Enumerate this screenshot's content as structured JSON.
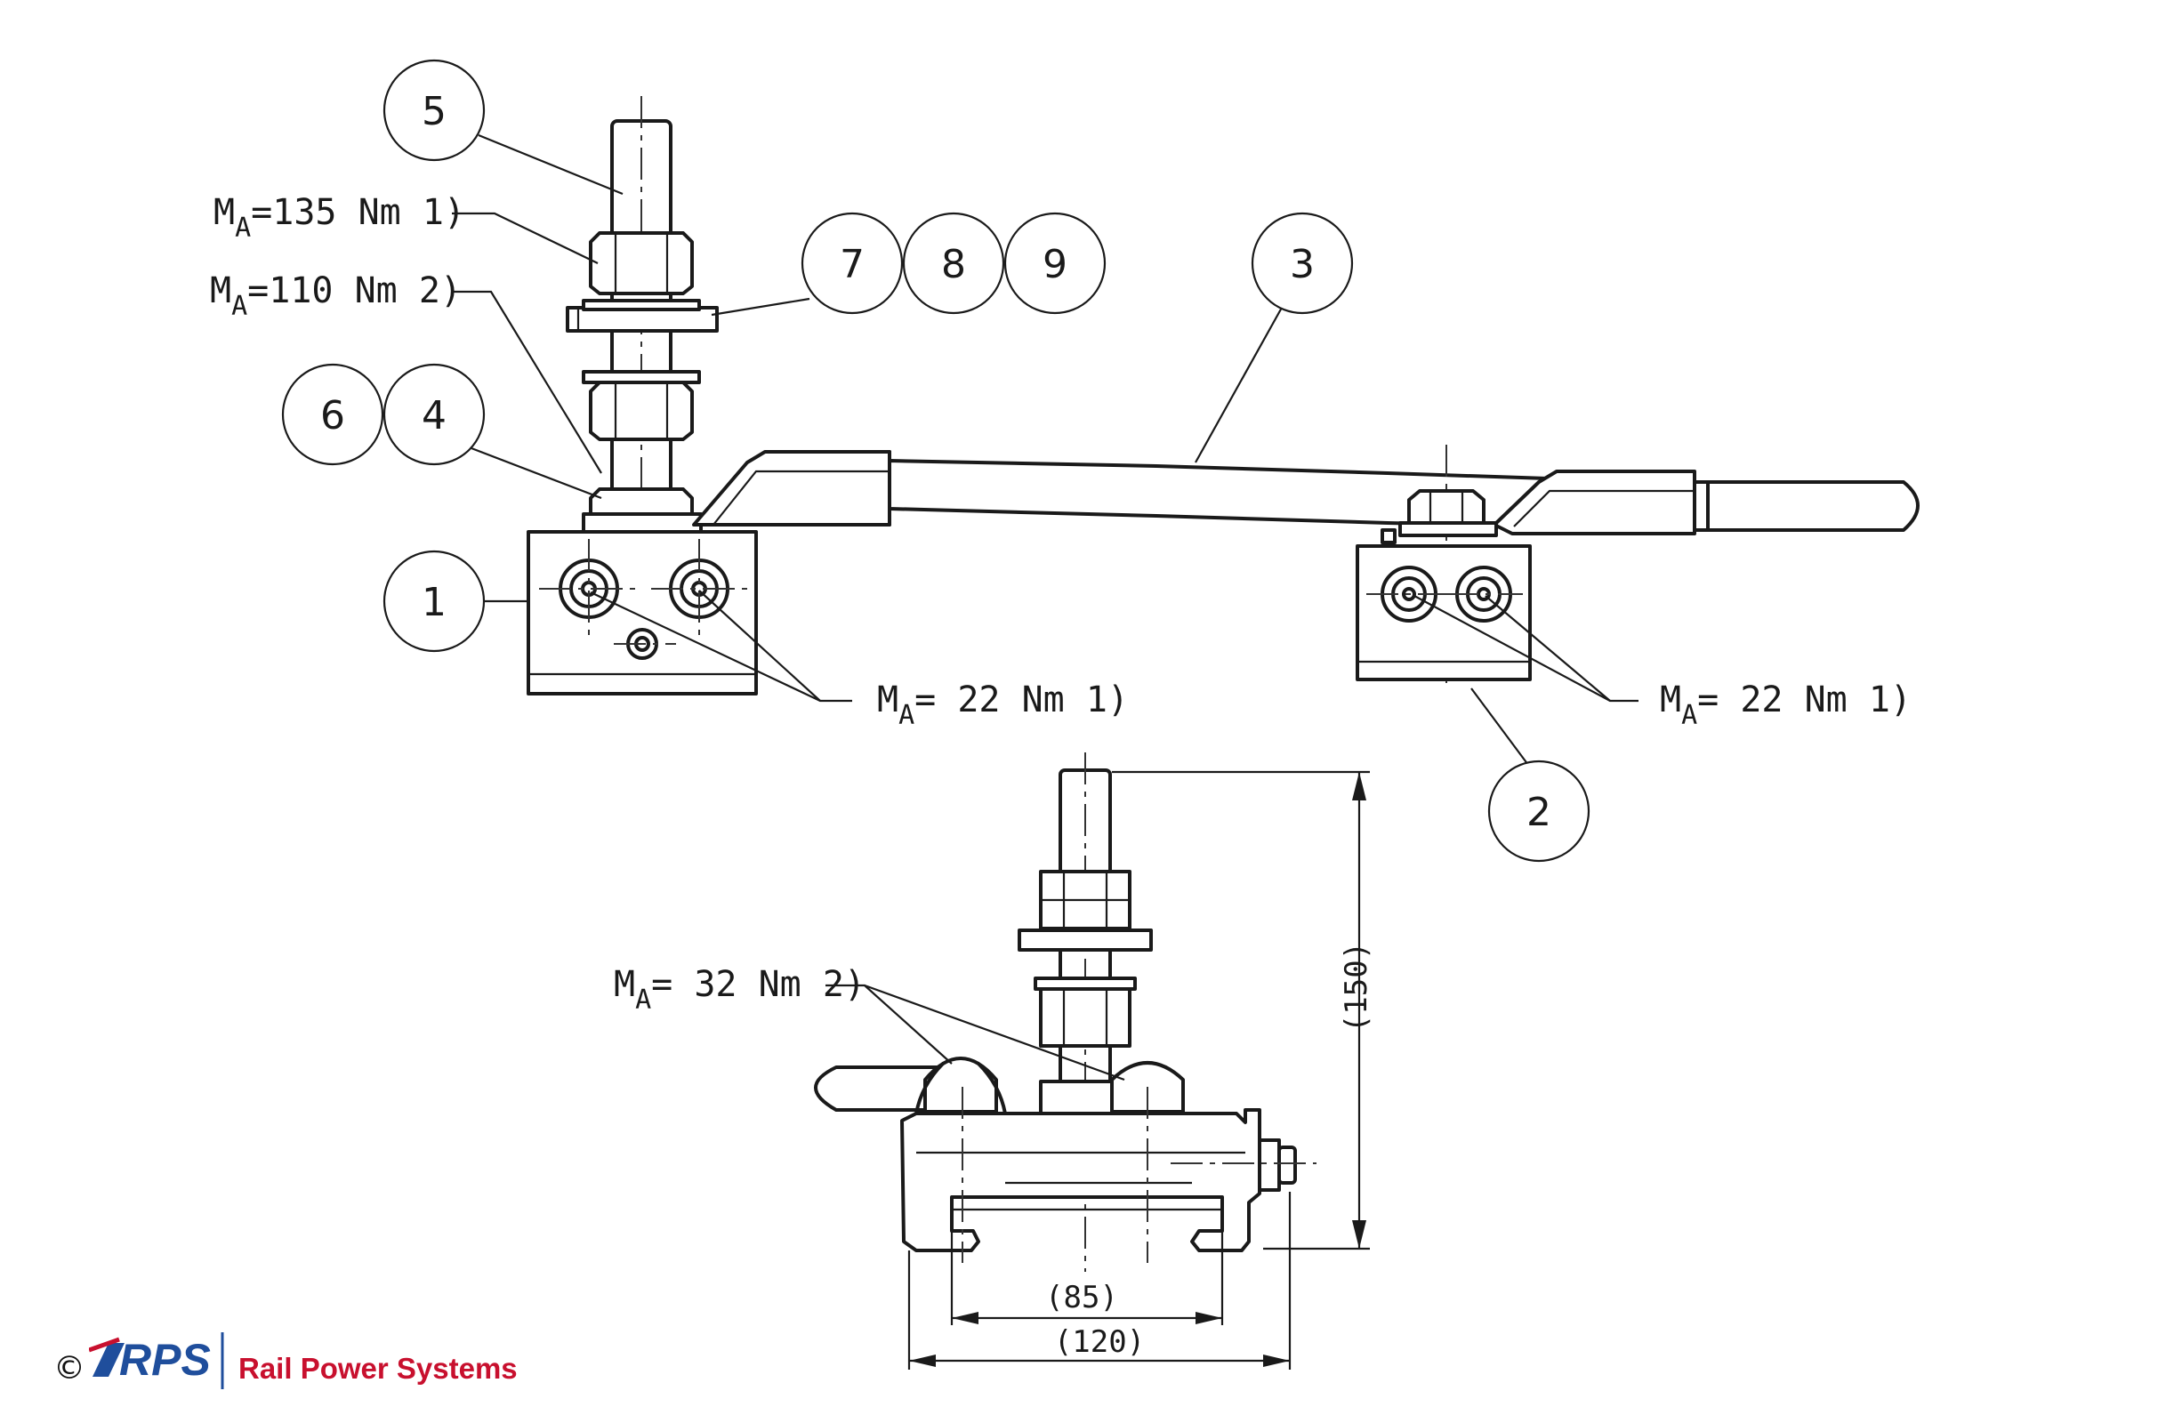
{
  "balloons": [
    "1",
    "2",
    "3",
    "4",
    "5",
    "6",
    "7",
    "8",
    "9"
  ],
  "torques": {
    "t1": {
      "prefix": "M",
      "sub": "A",
      "value": "=135  Nm  1)"
    },
    "t2": {
      "prefix": "M",
      "sub": "A",
      "value": "=110  Nm  2)"
    },
    "t3": {
      "prefix": "M",
      "sub": "A",
      "value": "=  22  Nm  1)"
    },
    "t4": {
      "prefix": "M",
      "sub": "A",
      "value": "=  22  Nm  1)"
    },
    "t5": {
      "prefix": "M",
      "sub": "A",
      "value": "=  32  Nm  2)"
    }
  },
  "dimensions": {
    "height": "(150)",
    "inner_width": "(85)",
    "outer_width": "(120)"
  },
  "footer": {
    "copyright": "©",
    "logo_text": "RPS",
    "brand": "Rail Power Systems"
  },
  "colors": {
    "line": "#1a1a1a",
    "brand_blue": "#1f4e9c",
    "brand_red": "#c8102e"
  }
}
